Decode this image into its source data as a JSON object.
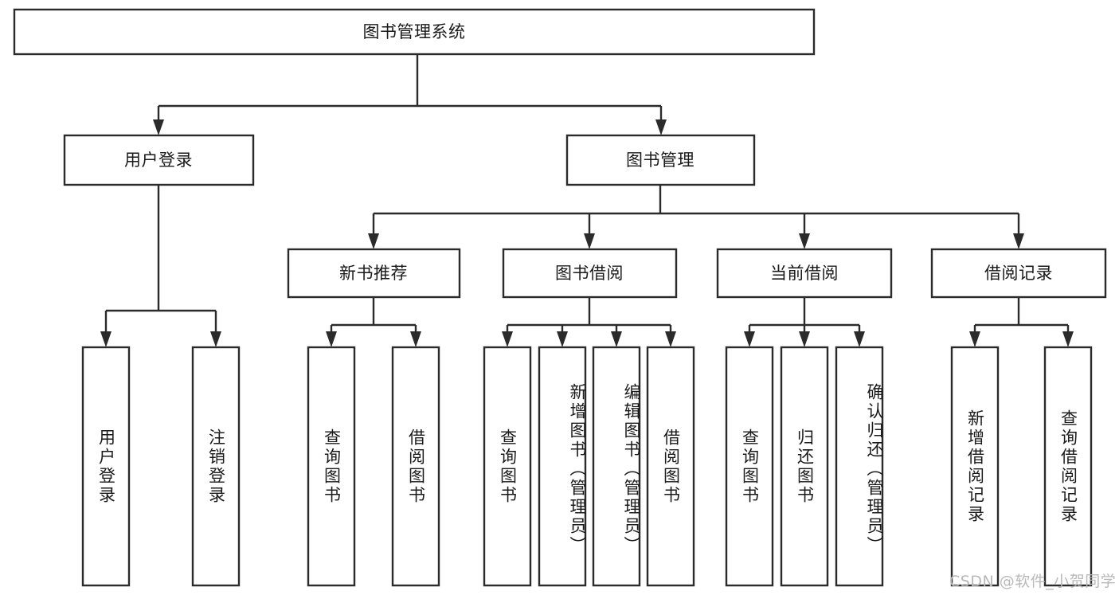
{
  "diagram": {
    "type": "tree",
    "title": "图书管理系统",
    "orientation": "top-down",
    "colors": {
      "box_stroke": "#2b2b2b",
      "box_fill": "#ffffff",
      "text": "#1a1a1a",
      "background": "#ffffff",
      "watermark": "#b9b9b9"
    },
    "root": {
      "label": "图书管理系统"
    },
    "level2": [
      {
        "label": "用户登录"
      },
      {
        "label": "图书管理"
      }
    ],
    "level3": [
      {
        "label": "新书推荐"
      },
      {
        "label": "图书借阅"
      },
      {
        "label": "当前借阅"
      },
      {
        "label": "借阅记录"
      }
    ],
    "leaves": {
      "user_login": [
        {
          "label": "用户登录"
        },
        {
          "label": "注销登录"
        }
      ],
      "new_book_recommend": [
        {
          "label": "查询图书"
        },
        {
          "label": "借阅图书"
        }
      ],
      "book_borrow": [
        {
          "label": "查询图书"
        },
        {
          "label": "新增图书（管理员）"
        },
        {
          "label": "编辑图书（管理员）"
        },
        {
          "label": "借阅图书"
        }
      ],
      "current_borrow": [
        {
          "label": "查询图书"
        },
        {
          "label": "归还图书"
        },
        {
          "label": "确认归还（管理员）"
        }
      ],
      "borrow_record": [
        {
          "label": "新增借阅记录"
        },
        {
          "label": "查询借阅记录"
        }
      ]
    },
    "watermark": "CSDN @软件_小贺同学"
  }
}
